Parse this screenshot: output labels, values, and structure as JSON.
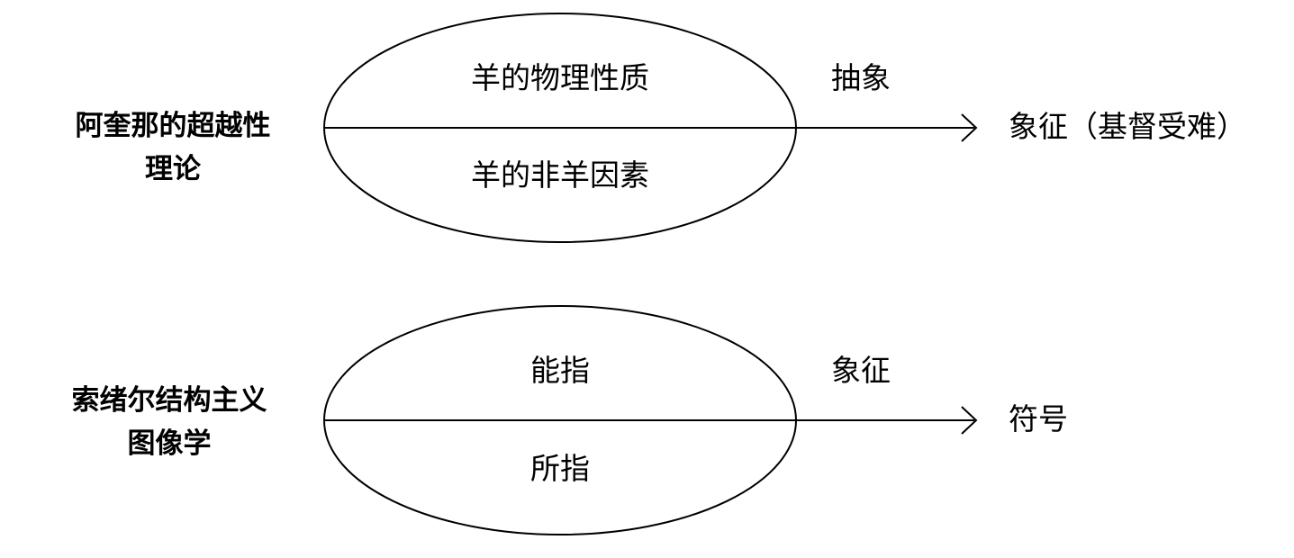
{
  "rows": [
    {
      "theory_line1": "阿奎那的超越性",
      "theory_line2": "理论",
      "top": "羊的物理性质",
      "bottom": "羊的非羊因素",
      "arrow_label": "抽象",
      "result": "象征（基督受难）"
    },
    {
      "theory_line1": "索绪尔结构主义",
      "theory_line2": "图像学",
      "top": "能指",
      "bottom": "所指",
      "arrow_label": "象征",
      "result": "符号"
    }
  ],
  "colors": {
    "stroke": "#000000",
    "background": "#ffffff"
  }
}
